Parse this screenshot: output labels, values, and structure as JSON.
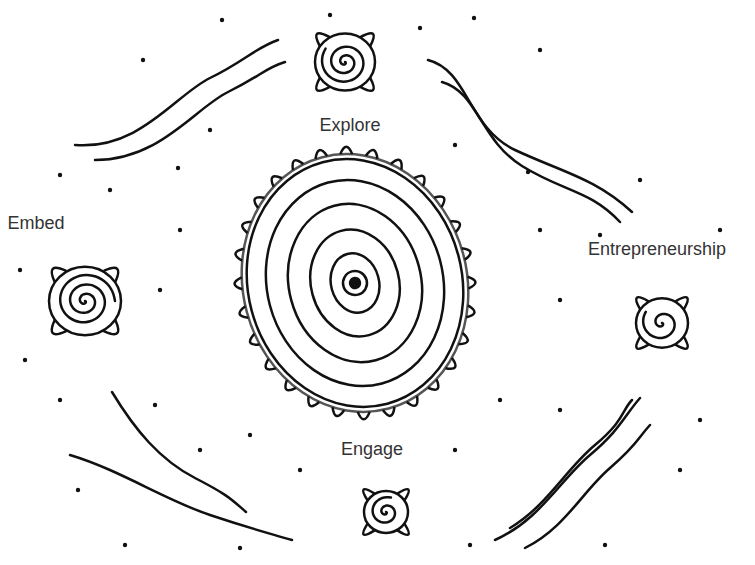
{
  "diagram": {
    "nodes": [
      {
        "text": [
          "Explore"
        ]
      },
      {
        "text": [
          "Embed"
        ]
      },
      {
        "text": [
          "Entrepreneurship"
        ]
      },
      {
        "text": [
          "Engage"
        ]
      }
    ]
  }
}
